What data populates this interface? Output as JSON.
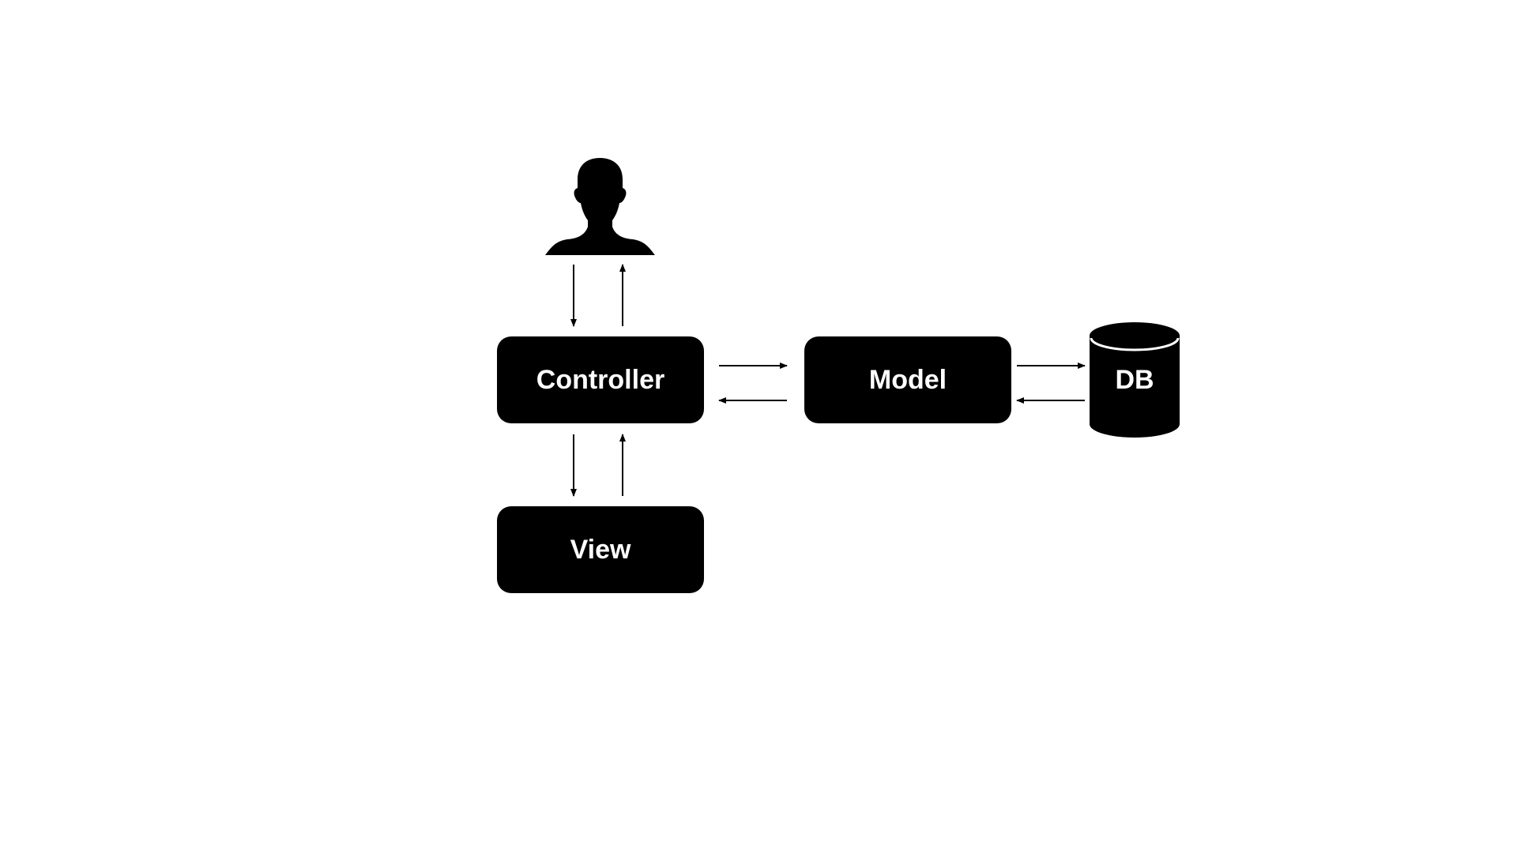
{
  "diagram": {
    "nodes": {
      "user": {
        "icon": "user-silhouette-icon"
      },
      "controller": {
        "label": "Controller"
      },
      "model": {
        "label": "Model"
      },
      "view": {
        "label": "View"
      },
      "database": {
        "label": "DB",
        "icon": "database-cylinder-icon"
      }
    },
    "edges": [
      {
        "from": "user",
        "to": "controller"
      },
      {
        "from": "controller",
        "to": "user"
      },
      {
        "from": "controller",
        "to": "view"
      },
      {
        "from": "view",
        "to": "controller"
      },
      {
        "from": "controller",
        "to": "model"
      },
      {
        "from": "model",
        "to": "controller"
      },
      {
        "from": "model",
        "to": "database"
      },
      {
        "from": "database",
        "to": "model"
      }
    ],
    "colors": {
      "fill": "#000000",
      "text": "#ffffff",
      "background": "#ffffff"
    }
  }
}
